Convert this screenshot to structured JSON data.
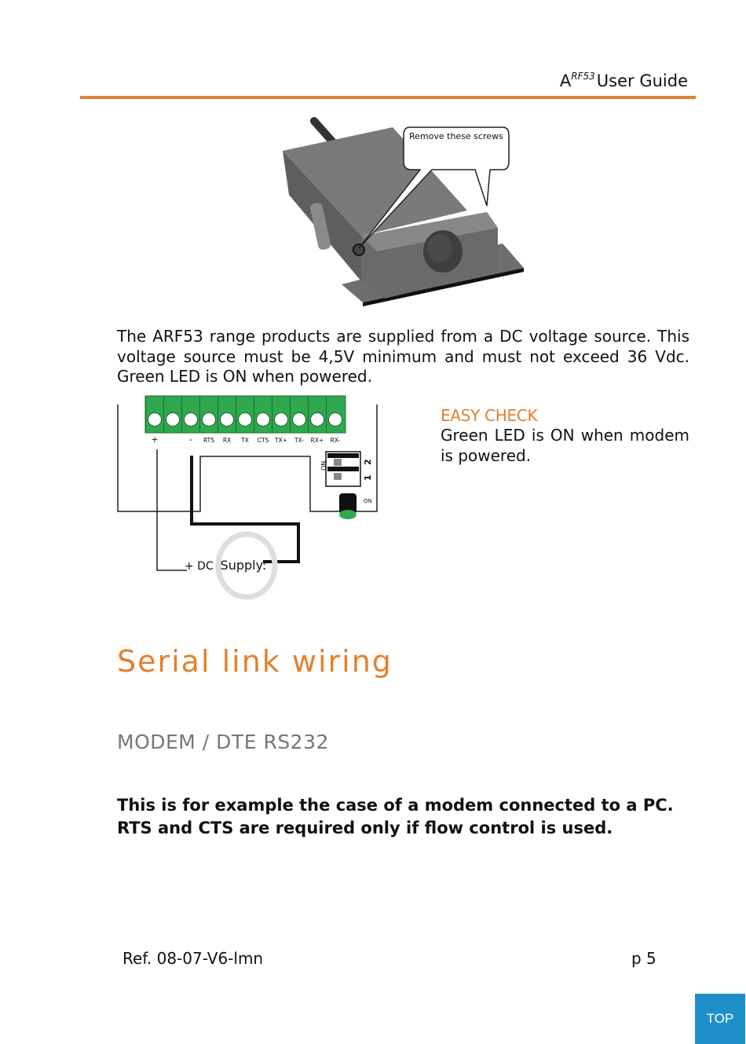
{
  "header": {
    "title_prefix": "A",
    "title_super": "RF53",
    "title_suffix": "User Guide",
    "rule_color": "#e2812f"
  },
  "device_figure": {
    "callout": "Remove these screws"
  },
  "intro_paragraph": "The ARF53 range products are supplied from a DC voltage source. This voltage source must be 4,5V minimum and must not exceed 36 Vdc. Green LED is ON when powered.",
  "wiring_figure": {
    "terminal_labels": [
      "+",
      "-",
      "RTS",
      "RX",
      "TX",
      "CTS",
      "TX+",
      "TX-",
      "RX+",
      "RX-"
    ],
    "switch_on_label": "ON",
    "switch_numbers": [
      "2",
      "1"
    ],
    "led_on_label": "ON",
    "supply_prefix": "+ DC",
    "supply_label": "Supply:"
  },
  "easy_check": {
    "title": "EASY CHECK",
    "body": "Green LED is ON when modem is powered."
  },
  "section_title": "Serial link wiring",
  "subsection_title": "MODEM /  DTE RS232",
  "serial_paragraph": "This is for example the case of a modem connected to a PC. RTS and CTS are required only if flow control is used.",
  "footer": {
    "ref": "Ref. 08-07-V6-lmn",
    "page": "p 5"
  },
  "top_button": {
    "label": "TOP",
    "color": "#1f8fc9"
  },
  "colors": {
    "accent": "#e2812f",
    "terminal_green": "#2fa84f",
    "subheading_gray": "#777777"
  }
}
